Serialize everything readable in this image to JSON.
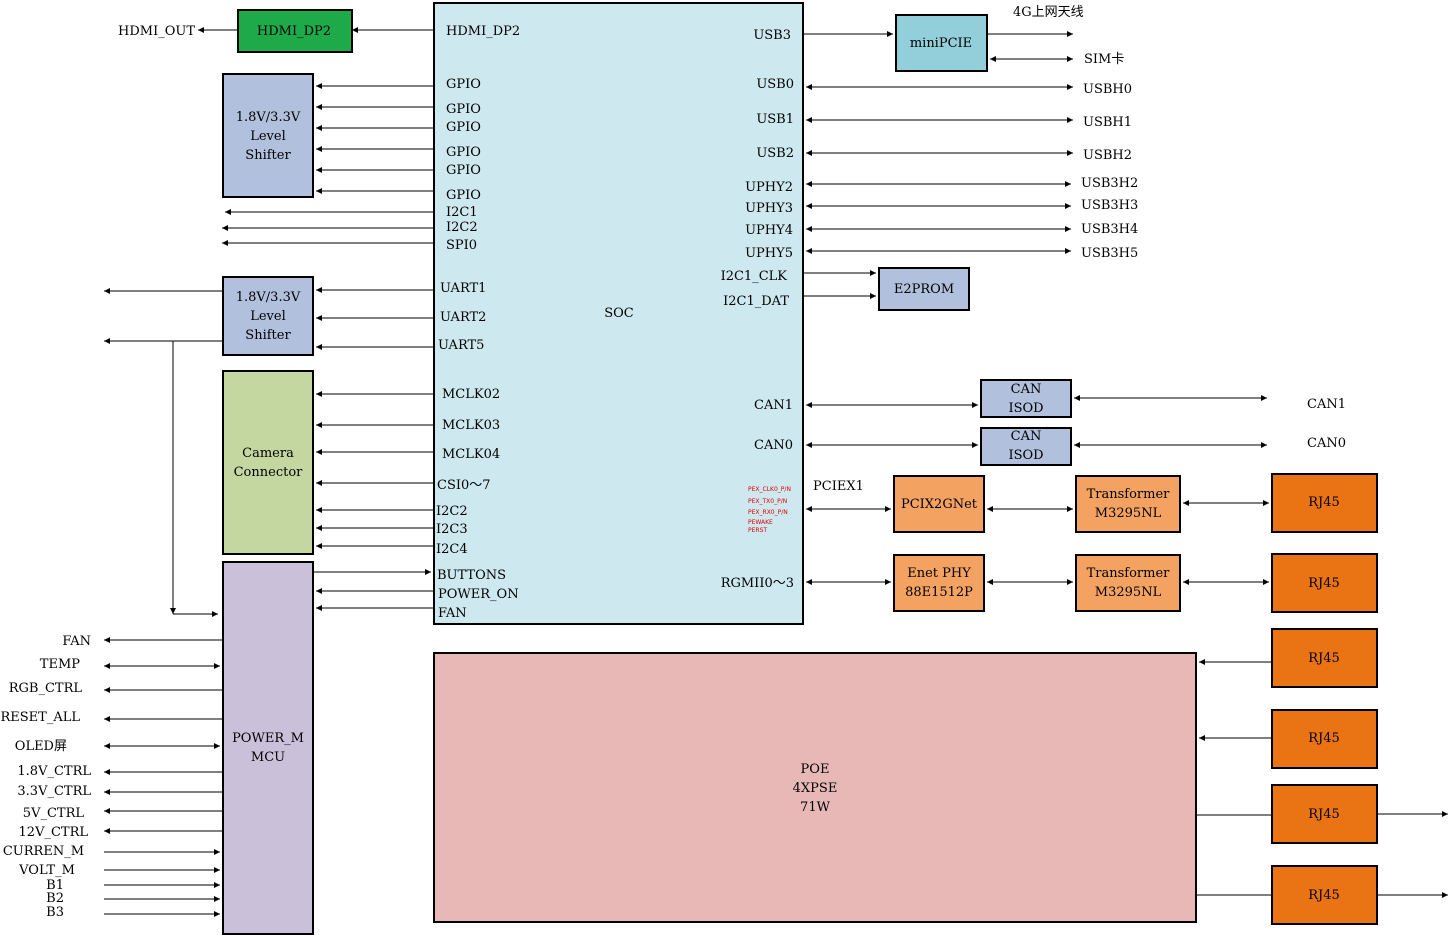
{
  "colors": {
    "soc": "#cde8ee",
    "green": "#1faa4a",
    "shifter": "#b0c0dd",
    "camera": "#c4d7a0",
    "mcu": "#cbc0da",
    "minipcie": "#93cedb",
    "e2prom": "#b0c0dd",
    "can": "#b0c0dd",
    "orange_light": "#f4a262",
    "orange_dark": "#ea7314",
    "poe": "#e7b8b6"
  },
  "blocks": {
    "soc": "SOC",
    "hdmi_dp2": "HDMI_DP2",
    "shifter1": [
      "1.8V/3.3V",
      "Level",
      "Shifter"
    ],
    "shifter2": [
      "1.8V/3.3V",
      "Level",
      "Shifter"
    ],
    "camera": [
      "Camera",
      "Connector"
    ],
    "mcu": [
      "POWER_M",
      "MCU"
    ],
    "minipcie": "miniPCIE",
    "e2prom": "E2PROM",
    "can1_iso": [
      "CAN",
      "ISOD"
    ],
    "can0_iso": [
      "CAN",
      "ISOD"
    ],
    "pcix2gnet": "PCIX2GNet",
    "enet_phy": [
      "Enet PHY",
      "88E1512P"
    ],
    "transformer1": [
      "Transformer",
      "M3295NL"
    ],
    "transformer2": [
      "Transformer",
      "M3295NL"
    ],
    "rj45": [
      "RJ45",
      "RJ45",
      "RJ45",
      "RJ45",
      "RJ45",
      "RJ45"
    ],
    "poe": [
      "POE",
      "4XPSE",
      "71W"
    ]
  },
  "soc_left_pins": [
    "HDMI_DP2",
    "GPIO",
    "GPIO",
    "GPIO",
    "GPIO",
    "GPIO",
    "GPIO",
    "I2C1",
    "I2C2",
    "SPI0",
    "UART1",
    "UART2",
    "UART5",
    "MCLK02",
    "MCLK03",
    "MCLK04",
    "CSI0～7",
    "I2C2",
    "I2C3",
    "I2C4",
    "BUTTONS",
    "POWER_ON",
    "FAN"
  ],
  "soc_right_pins": [
    "USB3",
    "USB0",
    "USB1",
    "USB2",
    "UPHY2",
    "UPHY3",
    "UPHY4",
    "UPHY5",
    "I2C1_CLK",
    "I2C1_DAT",
    "CAN1",
    "CAN0",
    "PCIEX1",
    "RGMII0～3"
  ],
  "pcie_small_pins": [
    "PEX_CLK0_P/N",
    "PEX_TX0_P/N",
    "PEX_RX0_P/N",
    "PEWAKE",
    "PERST"
  ],
  "external_right": [
    "4G上网天线",
    "SIM卡",
    "USBH0",
    "USBH1",
    "USBH2",
    "USB3H2",
    "USB3H3",
    "USB3H4",
    "USB3H5",
    "CAN1",
    "CAN0"
  ],
  "external_left": [
    "HDMI_OUT"
  ],
  "mcu_signals": [
    "FAN",
    "TEMP",
    "RGB_CTRL",
    "RESET_ALL",
    "OLED屏",
    "1.8V_CTRL",
    "3.3V_CTRL",
    "5V_CTRL",
    "12V_CTRL",
    "CURREN_M",
    "VOLT_M",
    "B1",
    "B2",
    "B3"
  ]
}
